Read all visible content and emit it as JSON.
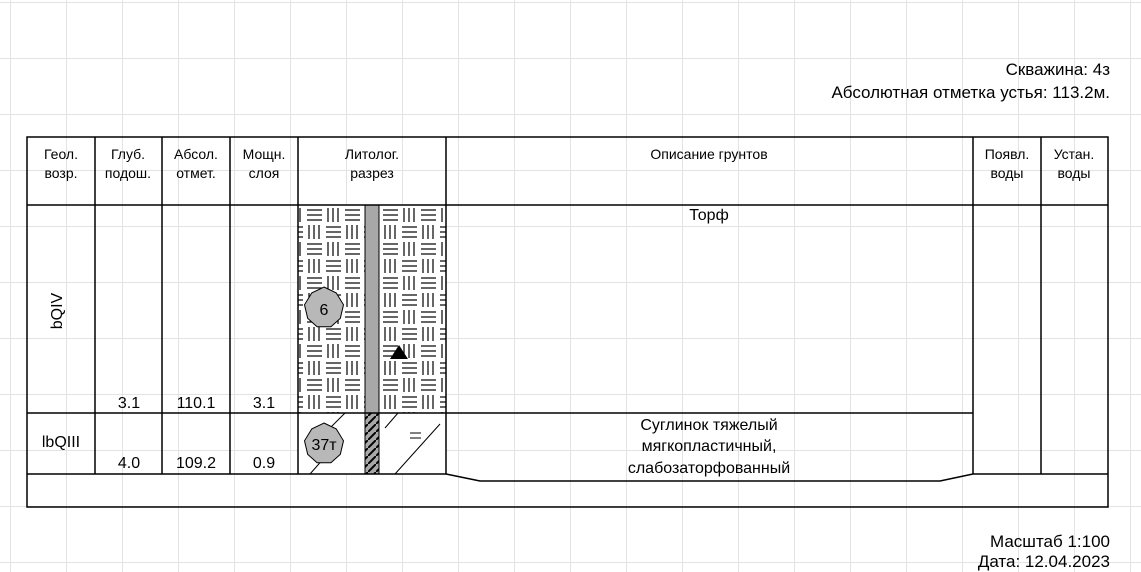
{
  "header": {
    "well": "Скважина: 4з",
    "elevation": "Абсолютная отметка устья: 113.2м."
  },
  "columns": {
    "geo_age": [
      "Геол.",
      "возр."
    ],
    "depth": [
      "Глуб.",
      "подош."
    ],
    "abs_elev": [
      "Абсол.",
      "отмет."
    ],
    "thickness": [
      "Мощн.",
      "слоя"
    ],
    "litho": [
      "Литолог.",
      "разрез"
    ],
    "description": "Описание грунтов",
    "water_appear": [
      "Появл.",
      "воды"
    ],
    "water_stable": [
      "Устан.",
      "воды"
    ]
  },
  "layers": [
    {
      "age": "bQIV",
      "depth": "3.1",
      "elevation": "110.1",
      "thickness": "3.1",
      "sample": "6",
      "description": [
        "Торф"
      ]
    },
    {
      "age": "lbQIII",
      "depth": "4.0",
      "elevation": "109.2",
      "thickness": "0.9",
      "sample": "37т",
      "description": [
        "Суглинок тяжелый",
        "мягкопластичный,",
        "слабозаторфованный"
      ]
    }
  ],
  "footer": {
    "scale": "Масштаб 1:100",
    "date": "Дата: 12.04.2023"
  },
  "colors": {
    "sample_fill": "#b8b8b8",
    "core_fill": "#a8a8a8",
    "grid_line": "#e3e3e3"
  }
}
